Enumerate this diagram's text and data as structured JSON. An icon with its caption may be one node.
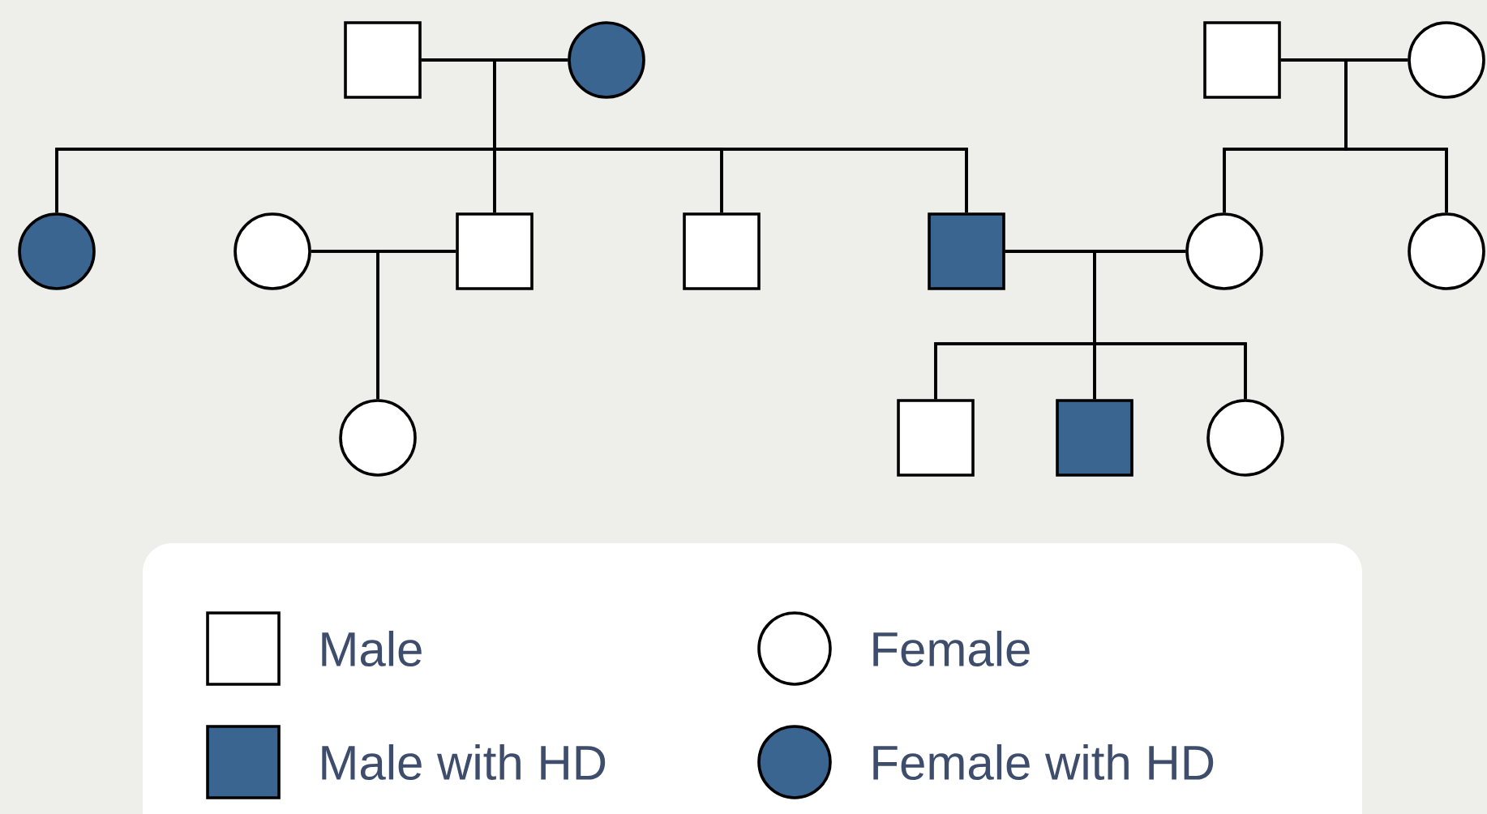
{
  "diagram": {
    "nodes": [
      {
        "text": [],
        "shape": "box"
      },
      {
        "text": [],
        "shape": "circle"
      },
      {
        "text": [],
        "shape": "box"
      },
      {
        "text": [],
        "shape": "circle"
      },
      {
        "text": [],
        "shape": "circle"
      },
      {
        "text": [],
        "shape": "circle"
      },
      {
        "text": [],
        "shape": "box"
      },
      {
        "text": [],
        "shape": "box"
      },
      {
        "text": [],
        "shape": "box"
      },
      {
        "text": [],
        "shape": "circle"
      },
      {
        "text": [],
        "shape": "circle"
      },
      {
        "text": [],
        "shape": "circle"
      },
      {
        "text": [],
        "shape": "box"
      },
      {
        "text": [],
        "shape": "box"
      },
      {
        "text": [],
        "shape": "circle"
      }
    ],
    "edges": [
      {
        "from": 0,
        "to": 1,
        "arrow": "none"
      },
      {
        "from": 2,
        "to": 3,
        "arrow": "none"
      },
      {
        "from": 5,
        "to": 6,
        "arrow": "none"
      },
      {
        "from": 8,
        "to": 9,
        "arrow": "none"
      },
      {
        "from": 0,
        "to": 4,
        "arrow": "none"
      },
      {
        "from": 1,
        "to": 4,
        "arrow": "none"
      },
      {
        "from": 0,
        "to": 6,
        "arrow": "none"
      },
      {
        "from": 1,
        "to": 6,
        "arrow": "none"
      },
      {
        "from": 0,
        "to": 7,
        "arrow": "none"
      },
      {
        "from": 1,
        "to": 7,
        "arrow": "none"
      },
      {
        "from": 0,
        "to": 8,
        "arrow": "none"
      },
      {
        "from": 1,
        "to": 8,
        "arrow": "none"
      },
      {
        "from": 2,
        "to": 9,
        "arrow": "none"
      },
      {
        "from": 3,
        "to": 9,
        "arrow": "none"
      },
      {
        "from": 2,
        "to": 10,
        "arrow": "none"
      },
      {
        "from": 3,
        "to": 10,
        "arrow": "none"
      },
      {
        "from": 5,
        "to": 11,
        "arrow": "none"
      },
      {
        "from": 6,
        "to": 11,
        "arrow": "none"
      },
      {
        "from": 8,
        "to": 12,
        "arrow": "none"
      },
      {
        "from": 9,
        "to": 12,
        "arrow": "none"
      },
      {
        "from": 8,
        "to": 13,
        "arrow": "none"
      },
      {
        "from": 9,
        "to": 13,
        "arrow": "none"
      },
      {
        "from": 8,
        "to": 14,
        "arrow": "none"
      },
      {
        "from": 9,
        "to": 14,
        "arrow": "none"
      }
    ],
    "legend": [
      {
        "text": "Male"
      },
      {
        "text": "Female"
      },
      {
        "text": "Male with HD"
      },
      {
        "text": "Female with HD"
      }
    ]
  }
}
